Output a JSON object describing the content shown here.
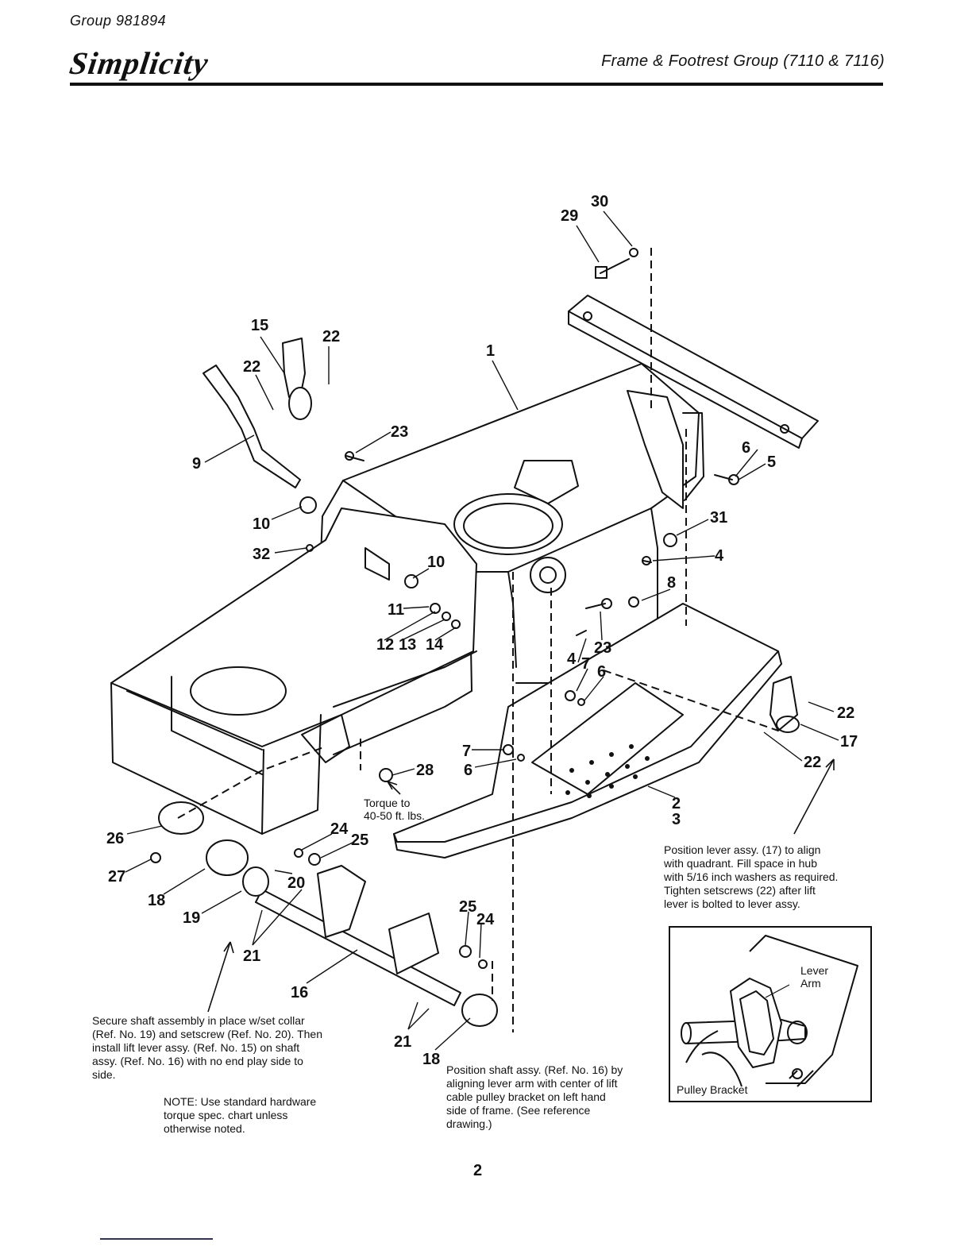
{
  "header": {
    "group_code": "Group 981894",
    "brand": "Simplicity",
    "title": "Frame & Footrest Group (7110 & 7116)"
  },
  "callouts": [
    {
      "id": "c30",
      "label": "30"
    },
    {
      "id": "c29",
      "label": "29"
    },
    {
      "id": "c15",
      "label": "15"
    },
    {
      "id": "c22a",
      "label": "22"
    },
    {
      "id": "c22b",
      "label": "22"
    },
    {
      "id": "c1",
      "label": "1"
    },
    {
      "id": "c23a",
      "label": "23"
    },
    {
      "id": "c9",
      "label": "9"
    },
    {
      "id": "c6a",
      "label": "6"
    },
    {
      "id": "c5",
      "label": "5"
    },
    {
      "id": "c10",
      "label": "10"
    },
    {
      "id": "c31",
      "label": "31"
    },
    {
      "id": "c32",
      "label": "32"
    },
    {
      "id": "c4a",
      "label": "4"
    },
    {
      "id": "c10b",
      "label": "10"
    },
    {
      "id": "c8",
      "label": "8"
    },
    {
      "id": "c11",
      "label": "11"
    },
    {
      "id": "c12",
      "label": "12"
    },
    {
      "id": "c13",
      "label": "13"
    },
    {
      "id": "c14",
      "label": "14"
    },
    {
      "id": "c23b",
      "label": "23"
    },
    {
      "id": "c4b",
      "label": "4"
    },
    {
      "id": "c7a",
      "label": "7"
    },
    {
      "id": "c6b",
      "label": "6"
    },
    {
      "id": "c22c",
      "label": "22"
    },
    {
      "id": "c17",
      "label": "17"
    },
    {
      "id": "c22d",
      "label": "22"
    },
    {
      "id": "c7b",
      "label": "7"
    },
    {
      "id": "c6c",
      "label": "6"
    },
    {
      "id": "c28",
      "label": "28"
    },
    {
      "id": "c2",
      "label": "2"
    },
    {
      "id": "c3",
      "label": "3"
    },
    {
      "id": "c26",
      "label": "26"
    },
    {
      "id": "c24a",
      "label": "24"
    },
    {
      "id": "c25a",
      "label": "25"
    },
    {
      "id": "c27",
      "label": "27"
    },
    {
      "id": "c20",
      "label": "20"
    },
    {
      "id": "c18a",
      "label": "18"
    },
    {
      "id": "c19",
      "label": "19"
    },
    {
      "id": "c25b",
      "label": "25"
    },
    {
      "id": "c24b",
      "label": "24"
    },
    {
      "id": "c21a",
      "label": "21"
    },
    {
      "id": "c16",
      "label": "16"
    },
    {
      "id": "c21b",
      "label": "21"
    },
    {
      "id": "c18b",
      "label": "18"
    }
  ],
  "notes": {
    "torque": [
      "Torque to",
      "40-50 ft. lbs."
    ],
    "secure_shaft": [
      "Secure shaft assembly in place w/set collar",
      "(Ref. No. 19) and setscrew (Ref. No. 20). Then",
      "install lift lever assy. (Ref. No. 15) on shaft",
      "assy. (Ref. No. 16) with no end play side to",
      "side."
    ],
    "hardware": [
      "NOTE: Use standard hardware",
      "torque spec. chart unless",
      "otherwise noted."
    ],
    "position_shaft": [
      "Position shaft assy. (Ref. No. 16) by",
      "aligning lever arm with center of lift",
      "cable pulley bracket on left hand",
      "side of frame. (See reference",
      "drawing.)"
    ],
    "position_lever": [
      "Position lever assy. (17) to align",
      "with quadrant. Fill space in hub",
      "with 5/16 inch washers as required.",
      "Tighten setscrews (22) after lift",
      "lever is bolted to lever assy."
    ]
  },
  "reference_drawing": {
    "lever_arm": [
      "Lever",
      "Arm"
    ],
    "pulley_bracket": "Pulley Bracket"
  },
  "page_number": "2"
}
